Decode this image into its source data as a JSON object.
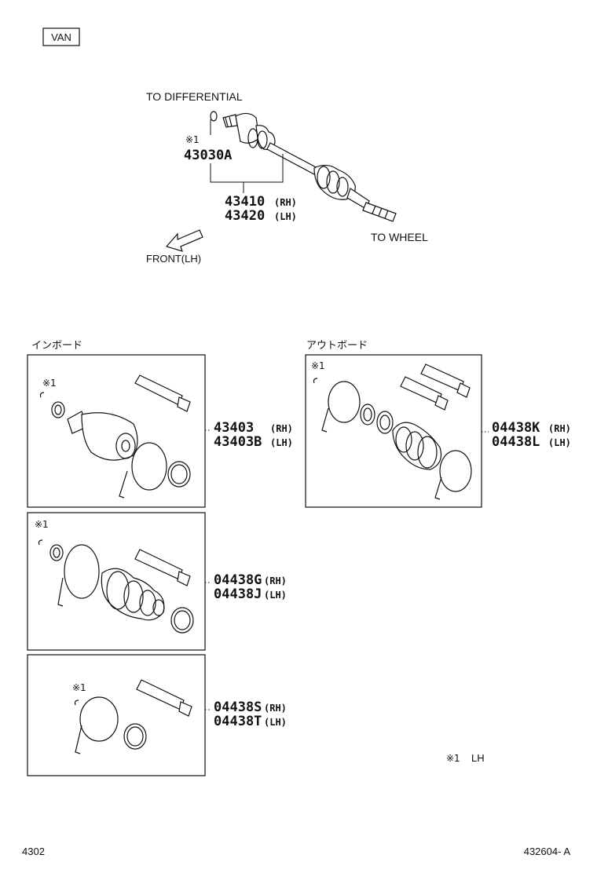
{
  "header": {
    "variant_tag": "VAN"
  },
  "assembly": {
    "to_differential": "TO DIFFERENTIAL",
    "ring_note": "※1",
    "ring_part": "43030A",
    "shaft_rh": "43410",
    "shaft_rh_side": "(RH)",
    "shaft_lh": "43420",
    "shaft_lh_side": "(LH)",
    "to_wheel": "TO WHEEL",
    "front_label": "FRONT(LH)"
  },
  "sections": {
    "inboard_title": "インボード",
    "outboard_title": "アウトボード"
  },
  "panels": [
    {
      "note": "※1",
      "pn1": "43403",
      "side1": "(RH)",
      "pn2": "43403B",
      "side2": "(LH)"
    },
    {
      "note": "※1",
      "pn1": "04438G",
      "side1": "(RH)",
      "pn2": "04438J",
      "side2": "(LH)"
    },
    {
      "note": "※1",
      "pn1": "04438S",
      "side1": "(RH)",
      "pn2": "04438T",
      "side2": "(LH)"
    },
    {
      "note": "※1",
      "pn1": "04438K",
      "side1": "(RH)",
      "pn2": "04438L",
      "side2": "(LH)"
    }
  ],
  "footnote": {
    "mark": "※1",
    "text": "LH"
  },
  "footer": {
    "page_code": "4302",
    "illustration_code": "432604- A"
  }
}
